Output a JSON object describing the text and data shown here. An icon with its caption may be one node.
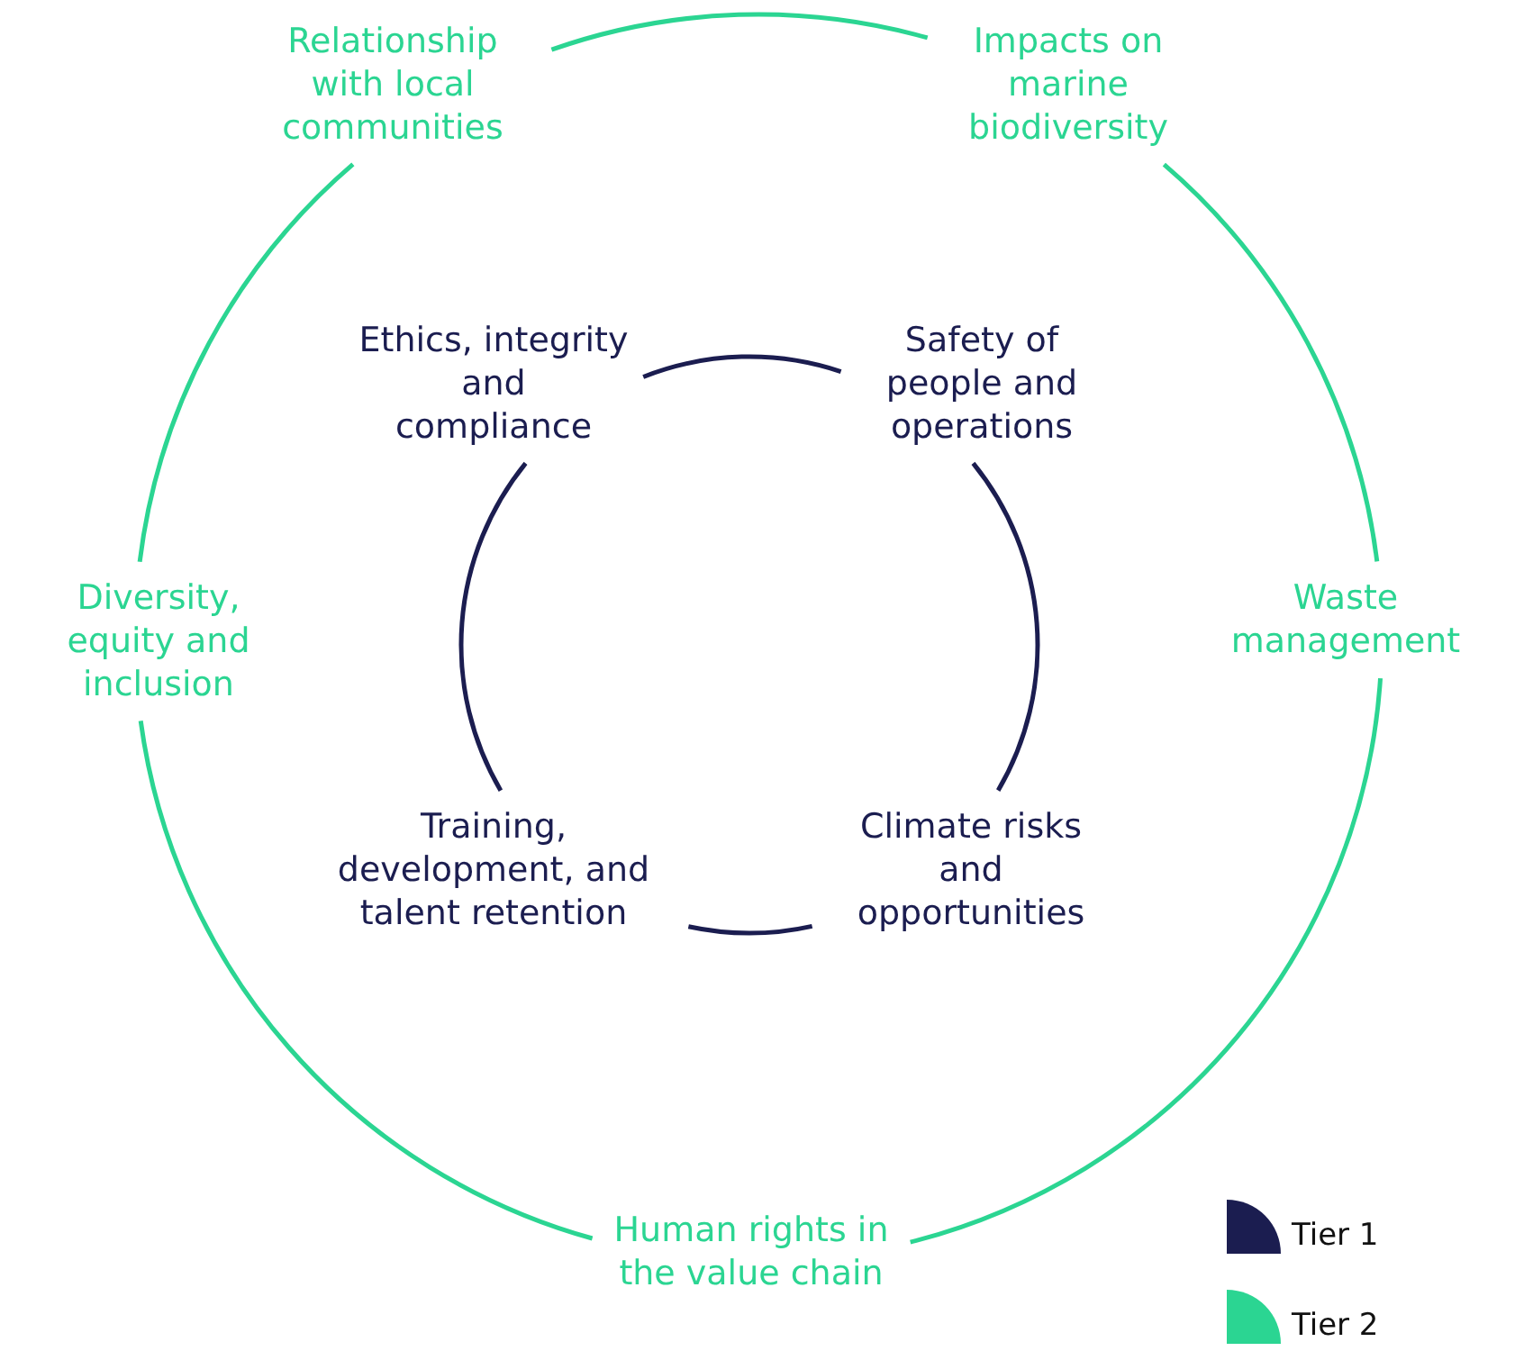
{
  "diagram": {
    "nodes": [
      {
        "text": [
          "Relationship with local communities"
        ]
      },
      {
        "text": [
          "Impacts on marine biodiversity"
        ]
      },
      {
        "text": [
          "Ethics, integrity and compliance"
        ]
      },
      {
        "text": [
          "Safety of people and operations"
        ]
      },
      {
        "text": [
          "Diversity, equity and inclusion"
        ]
      },
      {
        "text": [
          "Waste management"
        ]
      },
      {
        "text": [
          "Training, development, and talent retention"
        ]
      },
      {
        "text": [
          "Climate risks and opportunities"
        ]
      },
      {
        "text": [
          "Human rights in the value chain"
        ]
      }
    ],
    "edges": [
      {
        "from": 0,
        "to": 1,
        "arrow": "none"
      },
      {
        "from": 1,
        "to": 5,
        "arrow": "none"
      },
      {
        "from": 5,
        "to": 8,
        "arrow": "none"
      },
      {
        "from": 8,
        "to": 4,
        "arrow": "none"
      },
      {
        "from": 4,
        "to": 0,
        "arrow": "none"
      },
      {
        "from": 2,
        "to": 3,
        "arrow": "none",
        "color": "#1b1d50"
      },
      {
        "from": 3,
        "to": 7,
        "arrow": "none",
        "color": "#1b1d50"
      },
      {
        "from": 7,
        "to": 6,
        "arrow": "none",
        "color": "#1b1d50"
      },
      {
        "from": 6,
        "to": 2,
        "arrow": "none",
        "color": "#1b1d50"
      }
    ],
    "legend": [
      {
        "text": "Tier 1",
        "color": "#1b1d50"
      },
      {
        "text": "Tier 2",
        "color": "#2bd592"
      }
    ]
  }
}
